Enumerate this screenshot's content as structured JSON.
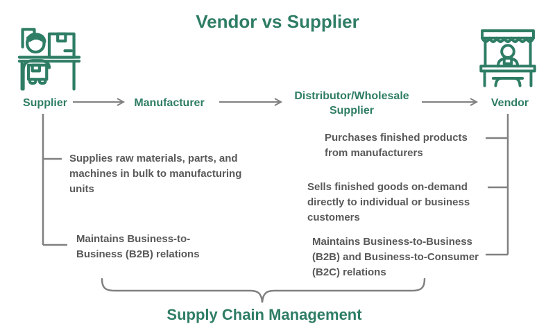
{
  "colors": {
    "accent_teal": "#2E7D64",
    "text_gray": "#595959",
    "line_gray": "#808080"
  },
  "title": "Vendor vs Supplier",
  "flow": {
    "nodes": [
      {
        "label": "Supplier"
      },
      {
        "label": "Manufacturer"
      },
      {
        "label": "Distributor/Wholesale Supplier"
      },
      {
        "label": "Vendor"
      }
    ],
    "arrow_icon": "right-arrow-icon"
  },
  "icons": {
    "supplier": "supplier-warehouse-worker-icon",
    "vendor": "vendor-market-stall-icon"
  },
  "supplier_points": [
    {
      "lines": [
        "Supplies raw materials, parts, and",
        "machines in bulk to manufacturing",
        "units"
      ]
    },
    {
      "lines": [
        "Maintains Business-to-",
        "Business (B2B) relations"
      ]
    }
  ],
  "vendor_points": [
    {
      "lines": [
        "Purchases finished products",
        "from manufacturers"
      ]
    },
    {
      "lines": [
        "Sells finished goods on-demand",
        "directly to individual or business",
        "customers"
      ]
    },
    {
      "lines": [
        "Maintains Business-to-Business",
        "(B2B) and Business-to-Consumer",
        "(B2C) relations"
      ]
    }
  ],
  "footer": {
    "label": "Supply Chain Management"
  }
}
